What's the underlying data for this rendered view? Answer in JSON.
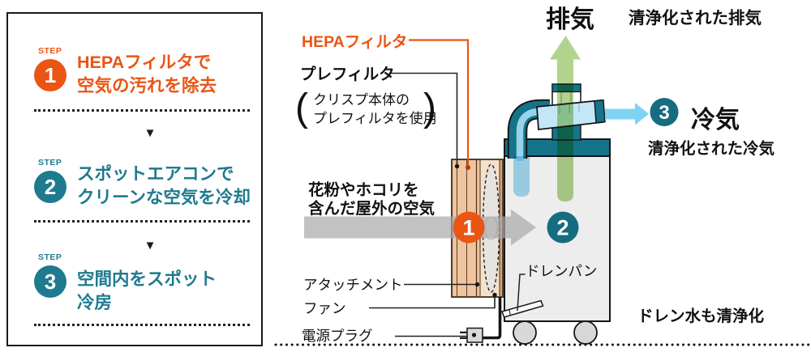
{
  "colors": {
    "orange": "#ea5514",
    "teal_text": "#1e7a8e",
    "teal_machine": "#15748a",
    "teal_circle": "#166c81",
    "green_arrow": "#a8cd7e",
    "blue_arrow": "#7ed3f2",
    "gray_arrow": "#a9a7a8",
    "filter_peach": "#f0c49f"
  },
  "left_panel": {
    "arrow_glyph": "▼",
    "steps": [
      {
        "step_word": "STEP",
        "number": "1",
        "line1": "HEPAフィルタで",
        "line2": "空気の汚れを除去"
      },
      {
        "step_word": "STEP",
        "number": "2",
        "line1": "スポットエアコンで",
        "line2": "クリーンな空気を冷却"
      },
      {
        "step_word": "STEP",
        "number": "3",
        "line1": "空間内をスポット",
        "line2": "冷房"
      }
    ]
  },
  "diagram": {
    "labels": {
      "hepa": "HEPAフィルタ",
      "prefilter": "プレフィルタ",
      "paren_open": "(",
      "paren_close": ")",
      "prefilter_note1": "クリスプ本体の",
      "prefilter_note2": "プレフィルタを使用",
      "outside_air1": "花粉やホコリを",
      "outside_air2": "含んだ屋外の空気",
      "attachment": "アタッチメント",
      "fan": "ファン",
      "power_plug": "電源プラグ",
      "drain_pan": "ドレンパン",
      "exhaust": "排気",
      "exhaust_sub": "清浄化された排気",
      "cool": "冷気",
      "cool_sub": "清浄化された冷気",
      "drain_note": "ドレン水も清浄化"
    },
    "markers": {
      "intake": "1",
      "body": "2",
      "cool": "3"
    }
  }
}
